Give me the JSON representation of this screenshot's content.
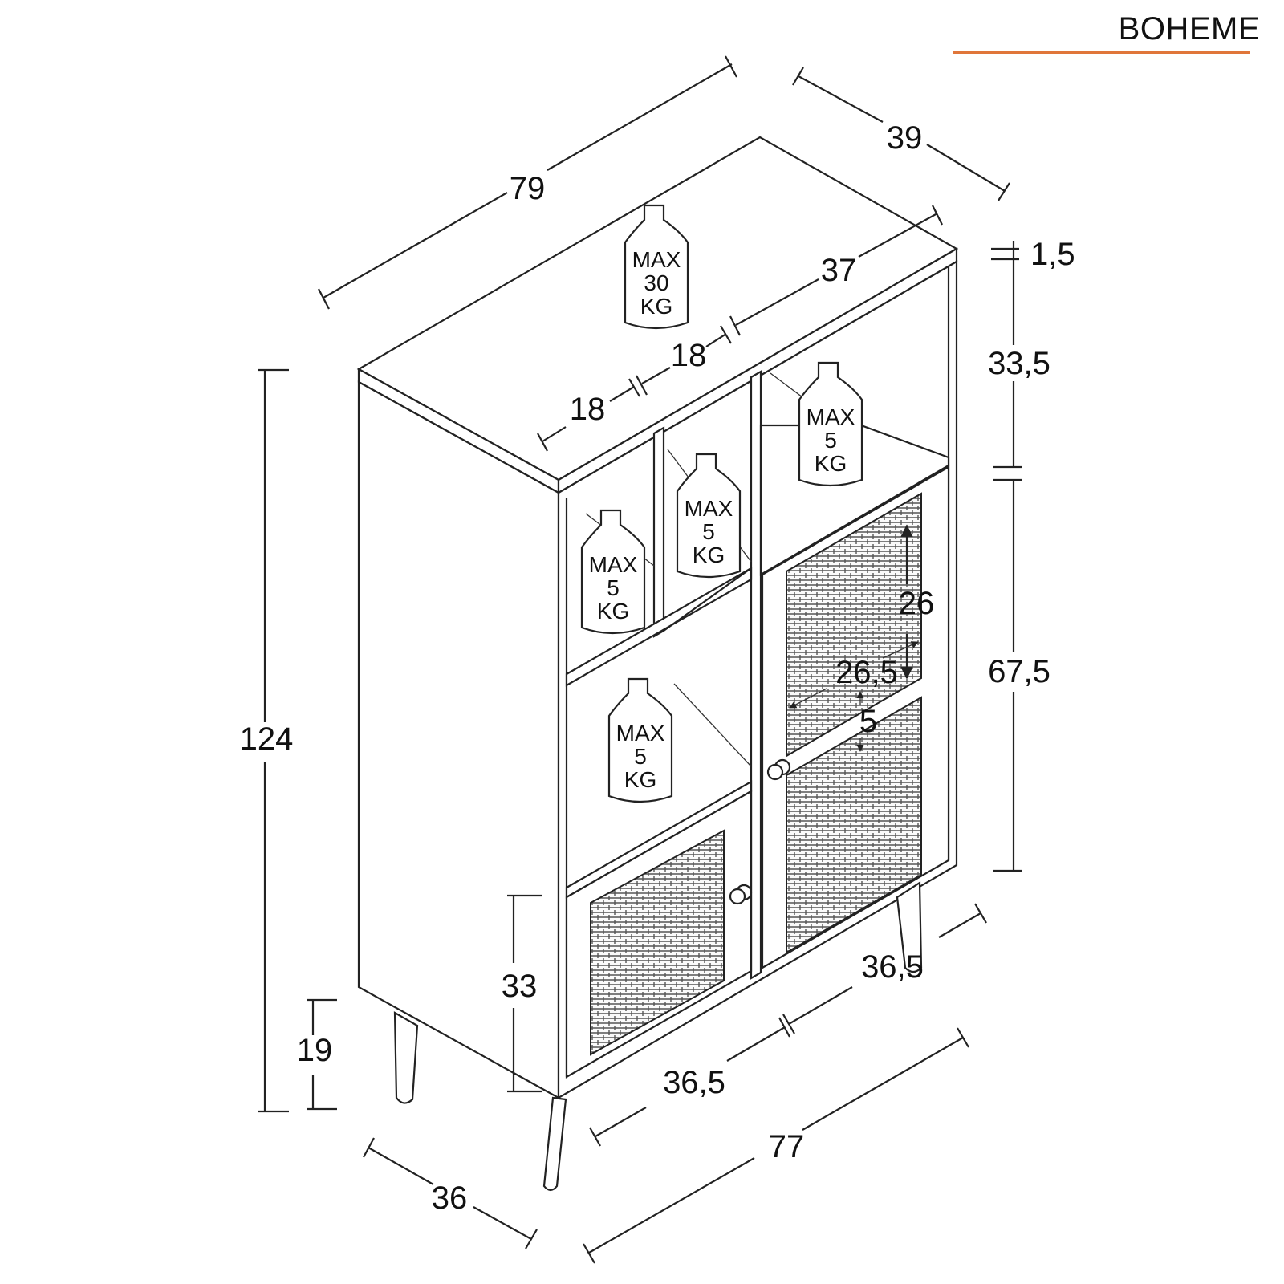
{
  "brand": {
    "name": "BOHEME",
    "accent": "#e0763a"
  },
  "dimensions": {
    "width_top": "79",
    "depth_top": "39",
    "inner_depth": "37",
    "niche_right": "18",
    "niche_left": "18",
    "top_thickness": "1,5",
    "upper_niche_height": "33,5",
    "door_height": "67,5",
    "mesh_height": "26",
    "mesh_width": "26,5",
    "mesh_gap": "5",
    "total_height": "124",
    "leg_height": "19",
    "small_door_height": "33",
    "depth_bottom": "36",
    "small_door_width": "36,5",
    "big_door_width": "36,5",
    "width_bottom": "77"
  },
  "weights": {
    "top": {
      "max": "MAX",
      "value": "30",
      "unit": "KG"
    },
    "niche_a": {
      "max": "MAX",
      "value": "5",
      "unit": "KG"
    },
    "niche_b": {
      "max": "MAX",
      "value": "5",
      "unit": "KG"
    },
    "niche_c": {
      "max": "MAX",
      "value": "5",
      "unit": "KG"
    },
    "niche_d": {
      "max": "MAX",
      "value": "5",
      "unit": "KG"
    }
  }
}
